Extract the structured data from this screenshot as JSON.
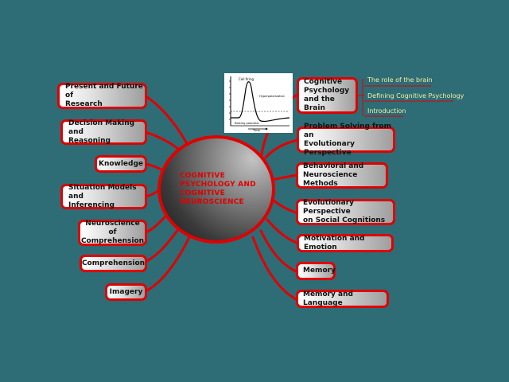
{
  "center": {
    "title": "COGNITIVE PSYCHOLOGY AND COGNITIVE NEUROSCIENCE"
  },
  "left_topics": [
    {
      "label": "Present and Future of\nResearch"
    },
    {
      "label": "Decision Making and\nReasoning"
    },
    {
      "label": "Knowledge"
    },
    {
      "label": "Situation Models and\nInferencing"
    },
    {
      "label": "Neuroscience of\nComprehension"
    },
    {
      "label": "Comprehension"
    },
    {
      "label": "Imagery"
    }
  ],
  "right_topics": [
    {
      "label": "Cognitive\nPsychology\nand the Brain"
    },
    {
      "label": "Problem Solving from an\nEvolutionary Perspective"
    },
    {
      "label": "Behavioral and\nNeuroscience Methods"
    },
    {
      "label": "Evolutionary Perspective\non Social Cognitions"
    },
    {
      "label": "Motivation and Emotion"
    },
    {
      "label": "Memory"
    },
    {
      "label": "Memory and Language"
    }
  ],
  "subtopics": [
    {
      "label": "The role of the brain"
    },
    {
      "label": "Defining Cognitive Psychology"
    },
    {
      "label": "Introduction"
    }
  ],
  "graph_image": {
    "peak_label": "Cell firing",
    "hyper_label": "Hyperpolarization",
    "resting_label": "Resting potential",
    "time_label": "Time"
  },
  "colors": {
    "background": "#2e6c76",
    "accent": "#e00000",
    "subtopic_text": "#f4f0a0"
  }
}
